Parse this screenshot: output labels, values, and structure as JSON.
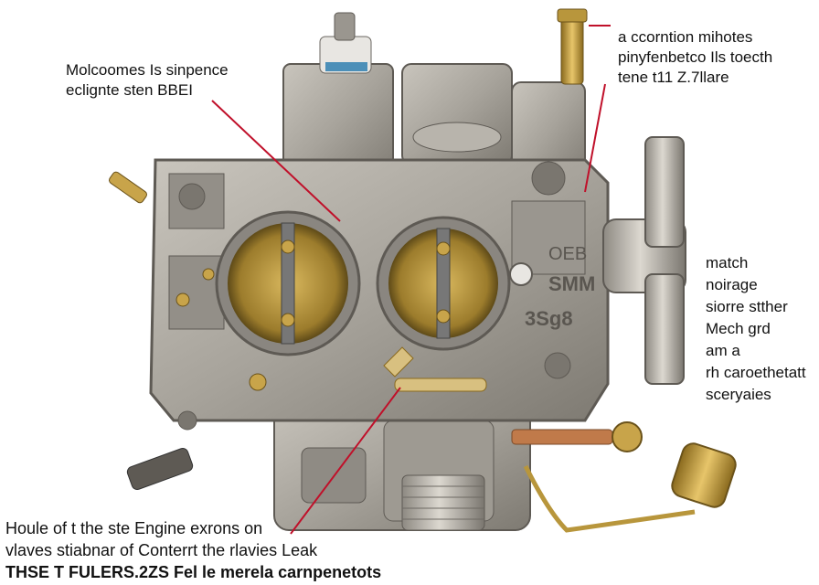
{
  "callouts": {
    "top_left": [
      "Molcoomes Is sinpence",
      "eclignte sten BBEI"
    ],
    "top_right": [
      "a ccorntion mihotes",
      "pinyfenbetco Ils toecth",
      "tene t11 Z.7llare"
    ],
    "right": [
      "match",
      "noirage",
      "siorre stther",
      "Mech grd",
      "am a",
      "rh caroethetatt",
      "sceryaies"
    ],
    "bottom": [
      "Houle of t the ste Engine exrons on",
      "vlaves stiabnar of Conterrt the rlavies Leak",
      "THSE T FULERS.2ZS Fel le merela carnpenetots"
    ]
  },
  "casting_marks": [
    "OEB",
    "SMM",
    "3Sg8"
  ],
  "colors": {
    "casting": "#a8a49c",
    "casting_dark": "#6f6b64",
    "brass": "#c8a44a",
    "leader": "#c0102a"
  }
}
